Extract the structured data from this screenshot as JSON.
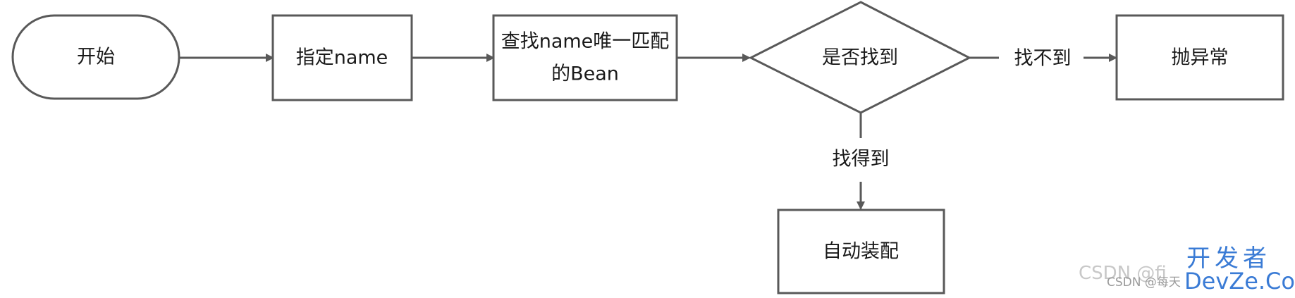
{
  "nodes": {
    "start": "开始",
    "specify_name": "指定name",
    "find_unique_line1": "查找name唯一匹配",
    "find_unique_line2": "的Bean",
    "found_decision": "是否找到",
    "throw_exception": "抛异常",
    "autowire": "自动装配"
  },
  "edges": {
    "not_found": "找不到",
    "found": "找得到"
  },
  "watermark": {
    "csdn_large": "CSDN @fi",
    "csdn_small": "CSDN @每天",
    "brand_top": "开发者",
    "brand_bottom": "DevZe.CoM"
  }
}
